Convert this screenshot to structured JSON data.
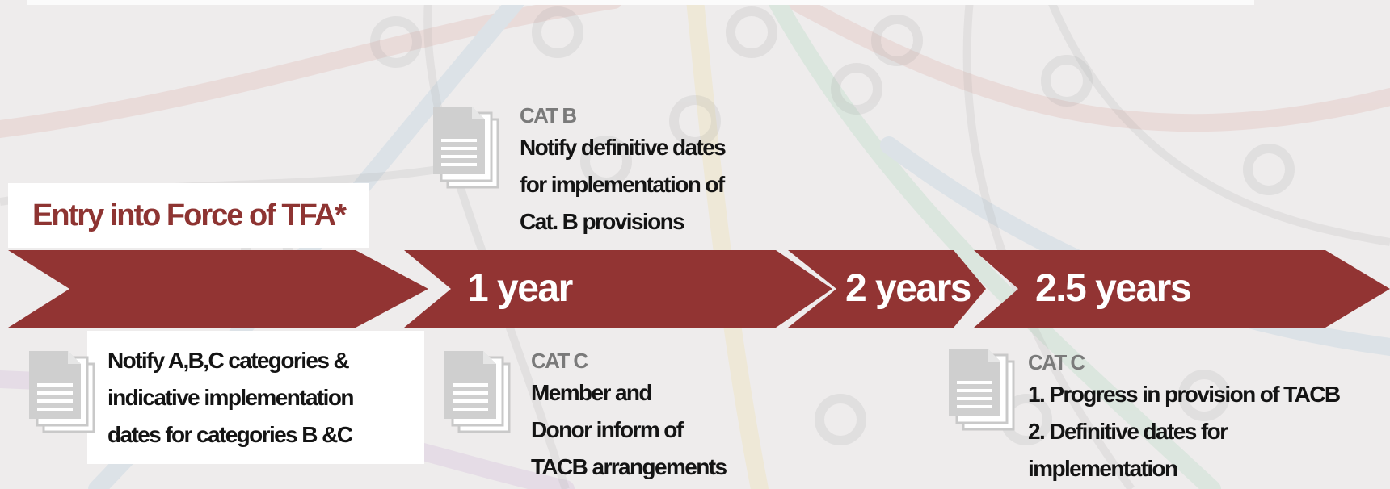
{
  "title": "Entry into Force of TFA*",
  "timeline": {
    "markers": [
      "1 year",
      "2 years",
      "2.5 years"
    ],
    "arrow_color": "#923433"
  },
  "blocks": {
    "initial": {
      "lines": [
        "Notify A,B,C categories &",
        "indicative implementation",
        "dates for categories B &C"
      ]
    },
    "one_year_above": {
      "category": "CAT B",
      "lines": [
        "Notify definitive dates",
        "for implementation of",
        "Cat. B provisions"
      ]
    },
    "one_year_below": {
      "category": "CAT C",
      "lines": [
        "Member and",
        "Donor inform of",
        "TACB arrangements"
      ]
    },
    "two_half_years": {
      "category": "CAT C",
      "lines": [
        "1. Progress in provision of TACB",
        "2. Definitive dates for",
        "implementation"
      ]
    }
  },
  "icons": [
    "document-stack-icon",
    "document-stack-icon",
    "document-stack-icon",
    "document-stack-icon"
  ]
}
